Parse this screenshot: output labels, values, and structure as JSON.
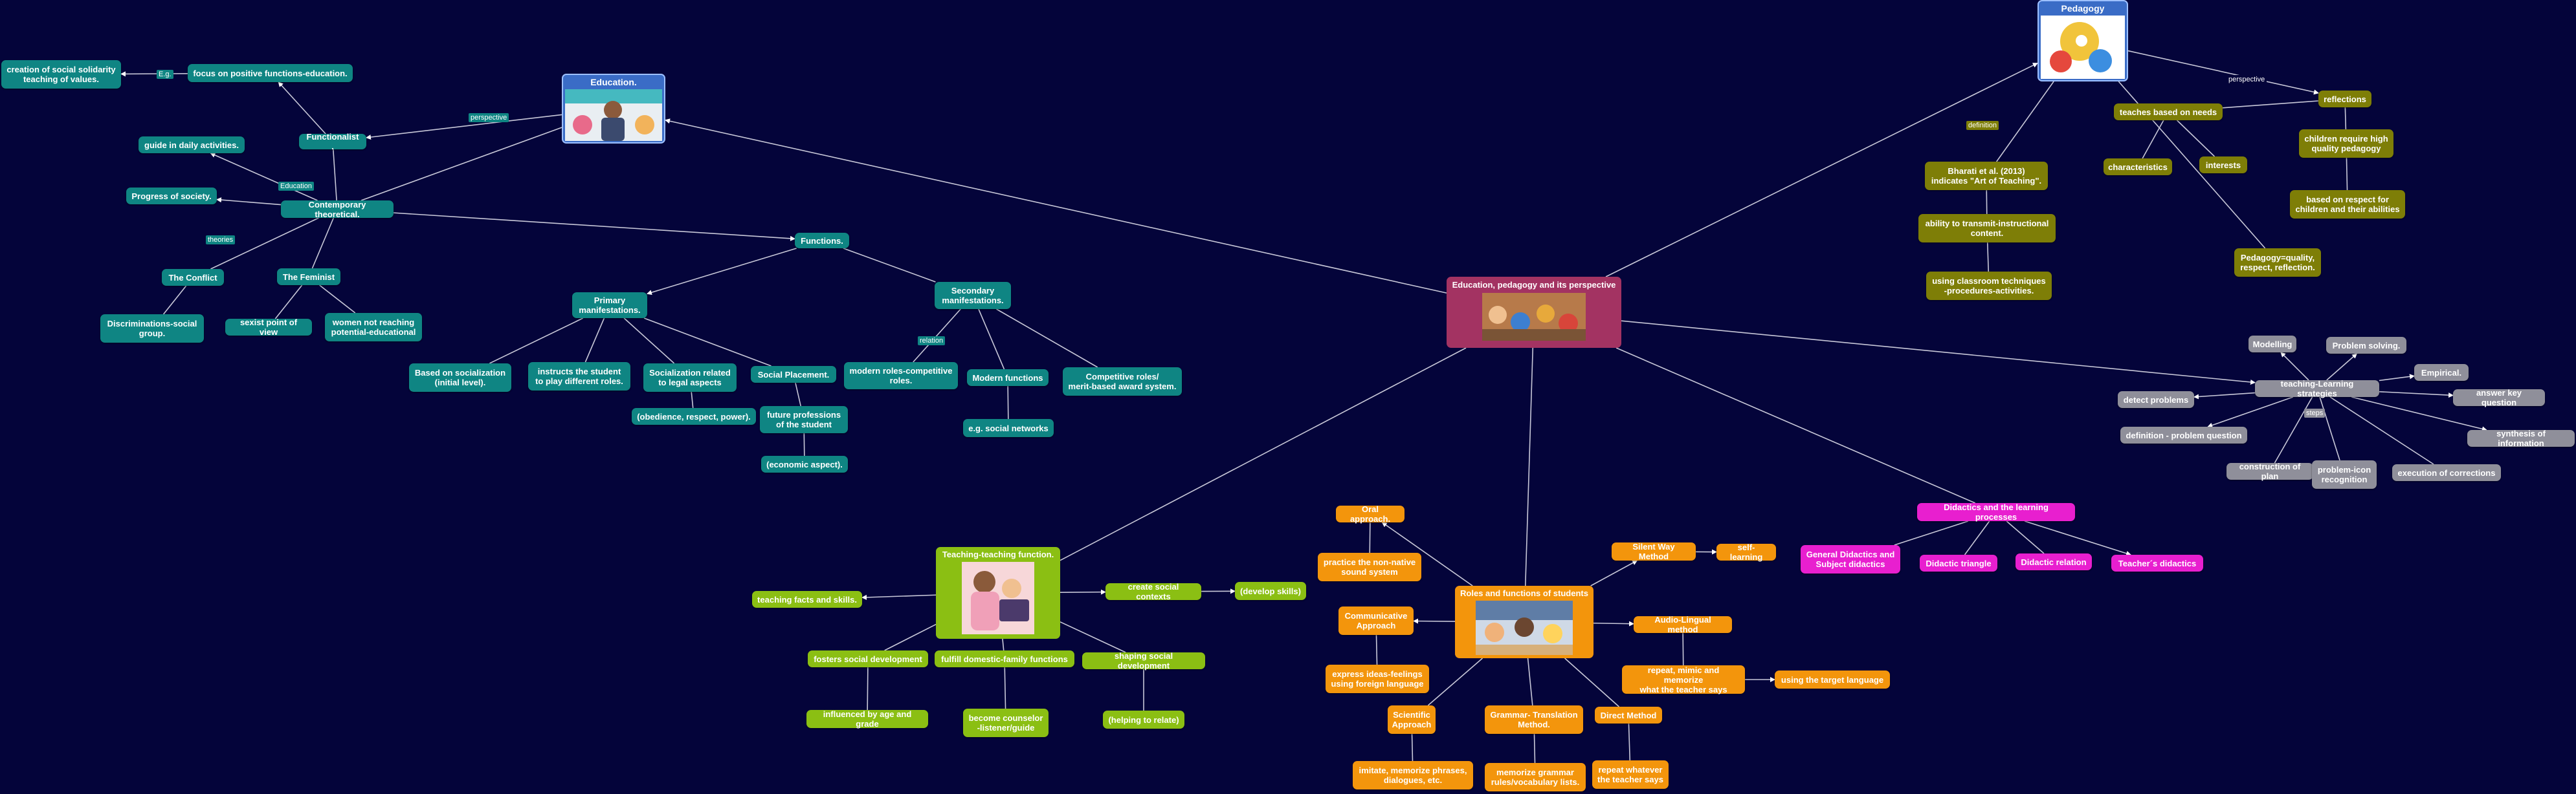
{
  "colors": {
    "background": "#04043a",
    "teal": "#0f8583",
    "olive": "#7e7e07",
    "gray": "#8f8f9a",
    "magenta": "#e81fcf",
    "orange": "#f3950c",
    "lime": "#8bbf13",
    "central": "#a33362",
    "card_blue": "#3a6cc6"
  },
  "central": {
    "title": "Education, pedagogy and its perspective"
  },
  "education": {
    "title": "Education.",
    "perspective_label": "perspective",
    "functionalist": "Functionalist .",
    "eg_label": "E.g.",
    "focus_positive": "focus on positive functions-education.",
    "creation_solidarity": "creation of social solidarity\nteaching of values.",
    "guide_daily": "guide in daily activities.",
    "education_label": "Education",
    "progress_society": "Progress of society.",
    "contemporary": "Contemporary theoretical.",
    "theories_label": "theories",
    "conflict": "The Conflict",
    "discriminations": "Discriminations-social\ngroup.",
    "feminist": "The Feminist",
    "sexist": "sexist point of view",
    "women": "women not reaching\npotential-educational"
  },
  "functions": {
    "title": "Functions.",
    "primary": "Primary\nmanifestations.",
    "socialization_based": "Based on socialization\n(initial level).",
    "instructs": "instructs the student\nto play different roles.",
    "socialization_legal": "Socialization related\nto legal aspects",
    "obedience": "(obedience, respect, power).",
    "social_placement": "Social Placement.",
    "future_professions": "future professions\nof the student",
    "economic": "(economic aspect).",
    "secondary": "Secondary\nmanifestations.",
    "relation_label": "relation",
    "modern_roles": "modern roles-competitive\nroles.",
    "modern_functions": "Modern functions",
    "social_networks": "e.g. social networks",
    "competitive_roles": "Competitive roles/\nmerit-based award system."
  },
  "pedagogy": {
    "title": "Pedagogy",
    "definition_label": "definition",
    "bharati": "Bharati et al. (2013)\nindicates \"Art of Teaching\".",
    "ability": "ability to transmit-instructional\ncontent.",
    "classroom": "using classroom techniques\n-procedures-activities.",
    "perspective_label": "perspective",
    "reflections": "reflections",
    "teaches_needs": "teaches based on needs",
    "characteristics": "characteristics",
    "interests": "interests",
    "children_require": "children require high\nquality pedagogy",
    "respect": "based on respect for\nchildren and their abilities",
    "quality": "Pedagogy=quality,\nrespect, reflection."
  },
  "strategies": {
    "title": "teaching-Learning strategies",
    "steps_label": "steps",
    "modelling": "Modelling",
    "problem_solving": "Problem solving.",
    "empirical": "Empirical.",
    "detect": "detect problems",
    "answer": "answer key question",
    "definition": "definition - problem question",
    "synthesis": "synthesis of information",
    "construction": "construction of plan",
    "problem_icon": "problem-icon\nrecognition",
    "execution": "execution of corrections"
  },
  "didactics": {
    "title": "Didactics and the learning processes",
    "general": "General Didactics and\nSubject didactics",
    "triangle": "Didactic triangle",
    "relation": "Didactic relation",
    "teachers": "Teacher´s didactics"
  },
  "roles": {
    "title": "Roles and functions of students",
    "oral": "Oral approach.",
    "practice": "practice the non-native\nsound system",
    "communicative": "Communicative\nApproach",
    "express": "express ideas-feelings\nusing foreign language",
    "scientific": "Scientific\nApproach",
    "imitate": "imitate, memorize phrases,\ndialogues, etc.",
    "grammar": "Grammar- Translation\nMethod.",
    "memorize": "memorize grammar\nrules/vocabulary lists.",
    "direct": "Direct Method",
    "repeat_whatever": "repeat whatever\nthe teacher says",
    "audio": "Audio-Lingual method",
    "repeat_mimic": "repeat, mimic and memorize\nwhat the teacher says",
    "using_target": "using the target language",
    "silent": "Silent Way Method",
    "self_learning": "self-learning"
  },
  "teaching": {
    "title": "Teaching-teaching function.",
    "teaching_facts": "teaching facts and skills.",
    "create_contexts": "create social contexts",
    "develop_skills": "(develop skills)",
    "fosters": "fosters social development",
    "influenced": "influenced by age and grade",
    "fulfill": "fulfill domestic-family functions",
    "counselor": "become counselor\n-listener/guide",
    "shaping": "shaping social development",
    "helping": "(helping to relate)"
  }
}
